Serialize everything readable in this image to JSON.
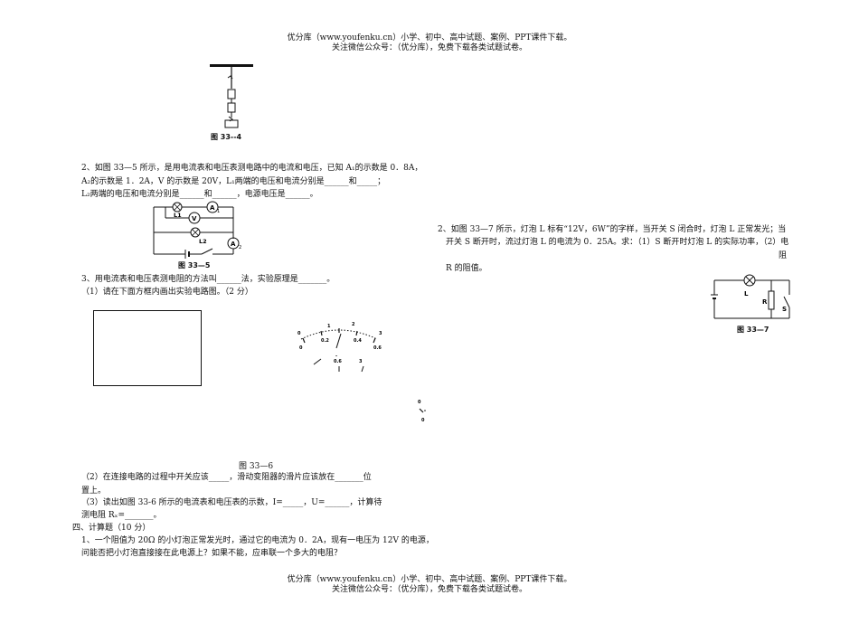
{
  "header": {
    "line1": "优分库（www.youfenku.cn）小学、初中、高中试题、案例、PPT课件下载。",
    "line2": "关注微信公众号：（优分库），免费下载各类试题试卷。"
  },
  "footer": {
    "line1": "优分库（www.youfenku.cn）小学、初中、高中试题、案例、PPT课件下载。",
    "line2": "关注微信公众号：（优分库），免费下载各类试题试卷。"
  },
  "fig_33_4": {
    "caption": "图 33--4"
  },
  "q2": {
    "line1": "2、如图 33—5 所示，是用电流表和电压表测电路中的电流和电压，已知 A₁的示数是 0．8A，",
    "line2": "A₂的示数是 1．2A，V 的示数是 20V，L₁两端的电压和电流分别是______和_____；",
    "line3": "L₂两端的电压和电流分别是______和______，电源电压是______。"
  },
  "fig_33_5": {
    "caption": "图 33—5",
    "l1": "L1",
    "l2": "L2",
    "a1": "A",
    "a1_sub": "1",
    "v": "V",
    "a2": "A",
    "a2_sub": "2"
  },
  "q3": {
    "line1": "3、用电流表和电压表测电阻的方法叫______法，实验原理是_______。",
    "line2": "（1）请在下面方框内画出实验电路图。（2 分）",
    "part2_line1": "（2）在连接电路的过程中开关应该_____，滑动变阻器的滑片应该放在_______位",
    "part2_line2": "置上。",
    "part3_line1": "（3）读出如图 33-6 所示的电流表和电压表的示数，I=_____，U=______，计算待",
    "part3_line2": "测电阻 Rₓ=_______。"
  },
  "fig_33_6": {
    "caption": "图 33—6",
    "scale_labels": [
      "0",
      "1",
      "2",
      "3"
    ],
    "scale_labels_inner": [
      "0",
      "0.2",
      "0.4",
      "0.6"
    ],
    "terminals": [
      "-",
      "0.6",
      "3"
    ],
    "stray": [
      "0",
      "0"
    ]
  },
  "section4": {
    "title": "四、计算题（10 分）",
    "q1_line1": "1、一个阻值为 20Ω 的小灯泡正常发光时，通过它的电流为 0．2A，现有一电压为 12V 的电源，",
    "q1_line2": "问能否把小灯泡直接接在此电源上？如果不能，应串联一个多大的电阻？"
  },
  "q2_right": {
    "line1": "2、如图 33—7 所示，灯泡 L 标有“12V，6W”的字样，当开关 S 闭合时，灯泡 L 正常发光；当",
    "line2": "开关 S 断开时，流过灯泡 L 的电流为 0．25A。求：（1）S 断开时灯泡 L 的实际功率，（2）电",
    "line3": "阻",
    "line4": "R 的阻值。"
  },
  "fig_33_7": {
    "caption": "图 33—7",
    "l": "L",
    "r": "R",
    "s": "S"
  }
}
